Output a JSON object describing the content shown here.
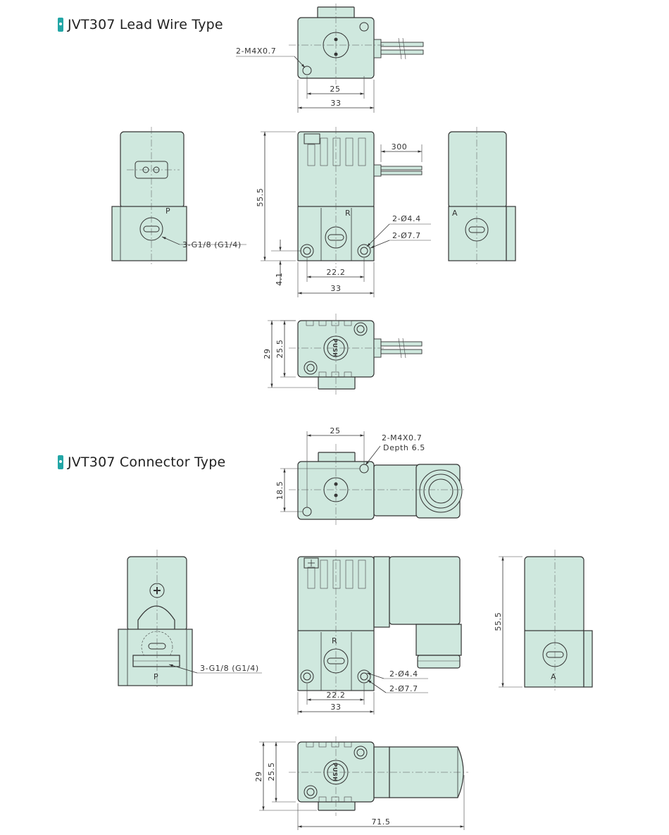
{
  "sections": {
    "lead_wire_title": "JVT307 Lead Wire Type",
    "connector_title": "JVT307 Connector Type"
  },
  "lead_wire": {
    "top_m4": "2-M4X0.7",
    "top_w25": "25",
    "top_w33": "33",
    "front_h55": "55.5",
    "front_wire300": "300",
    "front_d44": "2-Ø4.4",
    "front_d77": "2-Ø7.7",
    "front_w222": "22.2",
    "front_w33": "33",
    "front_h41": "4.1",
    "side_port_p": "P",
    "side_port_r": "R",
    "side_port_a": "A",
    "side_g18": "3-G1/8 (G1/4)",
    "bottom_h29": "29",
    "bottom_h255": "25.5",
    "push": "PUSH"
  },
  "connector": {
    "top_w25": "25",
    "top_m4": "2-M4X0.7",
    "top_depth": "Depth 6.5",
    "top_h185": "18.5",
    "side_g18": "3-G1/8 (G1/4)",
    "side_port_p": "P",
    "side_port_r": "R",
    "side_port_a": "A",
    "front_d44": "2-Ø4.4",
    "front_d77": "2-Ø7.7",
    "front_w222": "22.2",
    "front_w33": "33",
    "right_h55": "55.5",
    "bottom_h29": "29",
    "bottom_h255": "25.5",
    "bottom_w715": "71.5",
    "push": "PUSH"
  }
}
